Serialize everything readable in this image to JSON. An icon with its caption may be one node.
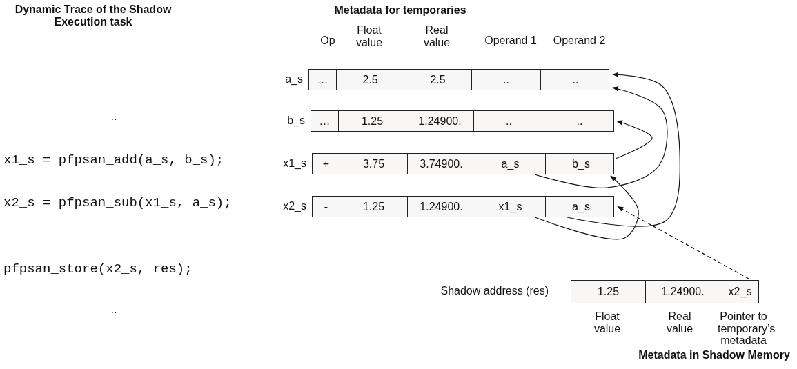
{
  "diagram": {
    "nodes": [
      {
        "text": [
          "a_s"
        ]
      },
      {
        "text": [
          "…"
        ],
        "in": 0
      },
      {
        "text": [
          "2.5"
        ],
        "in": 0
      },
      {
        "text": [
          "2.5"
        ],
        "in": 0
      },
      {
        "text": [
          ".."
        ],
        "in": 0
      },
      {
        "text": [
          ".."
        ],
        "in": 0
      },
      {
        "text": [
          "b_s"
        ]
      },
      {
        "text": [
          "…"
        ],
        "in": 6
      },
      {
        "text": [
          "1.25"
        ],
        "in": 6
      },
      {
        "text": [
          "1.24900."
        ],
        "in": 6
      },
      {
        "text": [
          ".."
        ],
        "in": 6
      },
      {
        "text": [
          ".."
        ],
        "in": 6
      },
      {
        "text": [
          "x1_s"
        ]
      },
      {
        "text": [
          "+"
        ],
        "in": 12
      },
      {
        "text": [
          "3.75"
        ],
        "in": 12
      },
      {
        "text": [
          "3.74900."
        ],
        "in": 12
      },
      {
        "text": [
          "a_s"
        ],
        "in": 12
      },
      {
        "text": [
          "b_s"
        ],
        "in": 12
      },
      {
        "text": [
          "x2_s"
        ]
      },
      {
        "text": [
          "-"
        ],
        "in": 18
      },
      {
        "text": [
          "1.25"
        ],
        "in": 18
      },
      {
        "text": [
          "1.24900."
        ],
        "in": 18
      },
      {
        "text": [
          "x1_s"
        ],
        "in": 18
      },
      {
        "text": [
          "a_s"
        ],
        "in": 18
      },
      {
        "text": [
          "Shadow address (res)"
        ]
      },
      {
        "text": [
          "1.25"
        ],
        "in": 24
      },
      {
        "text": [
          "1.24900."
        ],
        "in": 24
      },
      {
        "text": [
          "x2_s"
        ],
        "in": 24
      }
    ],
    "edges": [
      {
        "from": 17,
        "to": 6,
        "arrow": "to"
      },
      {
        "from": 16,
        "to": 0,
        "arrow": "to"
      },
      {
        "from": 22,
        "to": 12,
        "arrow": "to"
      },
      {
        "from": 23,
        "to": 0,
        "arrow": "to"
      },
      {
        "from": 27,
        "to": 18,
        "arrow": "to",
        "style": "dashed"
      }
    ],
    "labels": [
      "Dynamic Trace of the Shadow Execution task",
      "Metadata for temporaries",
      "Op",
      "Float value",
      "Real value",
      "Operand 1",
      "Operand 2",
      "..",
      "x1_s = pfpsan_add(a_s, b_s);",
      "x2_s = pfpsan_sub(x1_s, a_s);",
      "pfpsan_store(x2_s, res);",
      "Float value",
      "Real value",
      "Pointer to temporary’s metadata",
      "..",
      "Metadata in Shadow Memory"
    ]
  }
}
